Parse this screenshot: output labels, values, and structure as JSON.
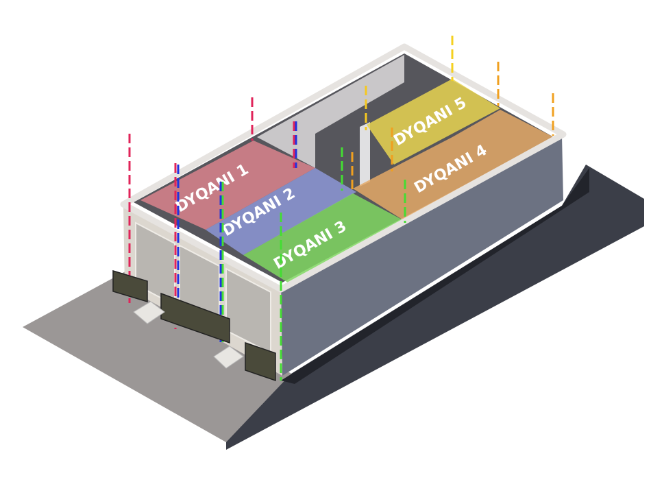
{
  "rooms": [
    {
      "label": "DYQANI 1",
      "color": "#d9838c"
    },
    {
      "label": "DYQANI 2",
      "color": "#8c97d6"
    },
    {
      "label": "DYQANI 3",
      "color": "#7fd660"
    },
    {
      "label": "DYQANI 4",
      "color": "#e3a866"
    },
    {
      "label": "DYQANI 5",
      "color": "#e8d450"
    }
  ],
  "colors": {
    "pavement": "#9b9796",
    "road": "#3b3e48",
    "wall_side": "#6c7282",
    "facade": "#dcd7cf",
    "rim": "#e6e3e0",
    "floor": "#5a5a60"
  }
}
